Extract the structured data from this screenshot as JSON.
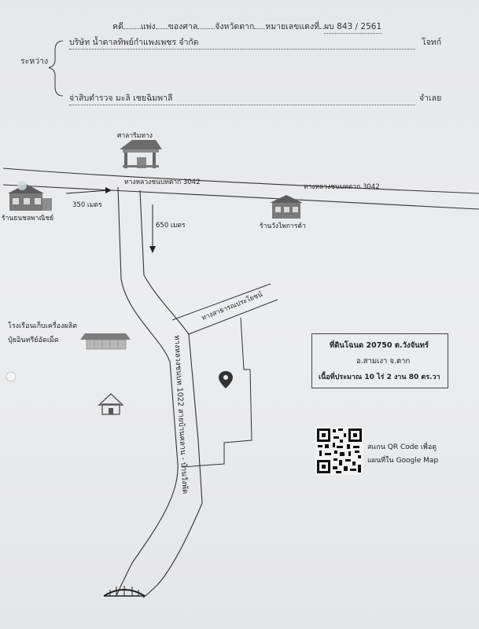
{
  "header": {
    "case_label": "คดี",
    "court_type": "แพ่ง",
    "court_of_label": "ของศาล",
    "province_label": "จังหวัดตาก",
    "red_case_label": "หมายเลขแดงที่",
    "red_case_no": "ผบ 843 / 2561",
    "between_label": "ระหว่าง",
    "plaintiff": "บริษัท น้ำตาลทิพย์กำแพงเพชร จำกัด",
    "plaintiff_role": "โจทก์",
    "defendant": "จ่าสิบตำรวจ มะลิ  เชยฉิมพาลี",
    "defendant_role": "จำเลย"
  },
  "map": {
    "pavilion": "ศาลาริมทาง",
    "highway_label_1": "ทางหลวงชนบทตาก 3042",
    "highway_label_2": "ทางหลวงชนบทตาก 3042",
    "shop_left": "ร้านธนชลพาณิชย์",
    "distance_350": "350 เมตร",
    "distance_650": "650 เมตร",
    "shop_right": "ร้านวังไพการค้า",
    "public_road": "ทางสาธารณประโยชน์",
    "factory": "โรงเรือนเก็บเครื่องผลิต",
    "factory_2": "ปุ๋ยอินทรีย์อัดเม็ด",
    "road_1022": "ทางหลวงชนบท 1022 สายบ้านคลาน - บ้านวังพัด"
  },
  "land_info": {
    "line1": "ที่ดินโฉนด  20750  ต.วังจันทร์",
    "line2": "อ.สามเงา  จ.ตาก",
    "line3": "เนื้อที่ประมาณ 10 ไร่ 2 งาน 80 ตร.วา"
  },
  "qr": {
    "caption_1": "สแกน QR Code เพื่อดู",
    "caption_2": "แผนที่ใน Google Map"
  }
}
